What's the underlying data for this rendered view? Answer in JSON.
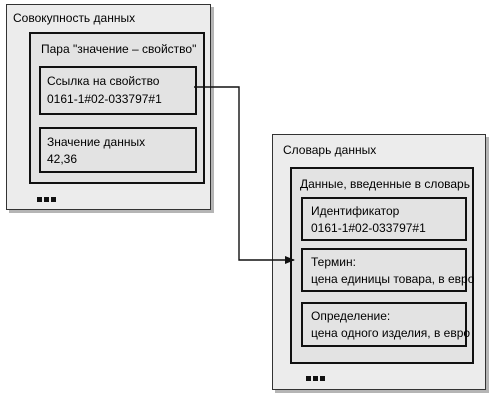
{
  "left_block": {
    "title": "Совокупность данных",
    "pair": {
      "title": "Пара \"значение – свойство\"",
      "ref_label": "Ссылка на свойство",
      "ref_value": "0161-1#02-033797#1",
      "value_label": "Значение данных",
      "value_value": "42,36"
    }
  },
  "right_block": {
    "title": "Словарь данных",
    "entry": {
      "title": "Данные, введенные в словарь",
      "id_label": "Идентификатор",
      "id_value": "0161-1#02-033797#1",
      "term_label": "Термин:",
      "term_value": "цена единицы товара, в евро",
      "def_label": "Определение:",
      "def_value": "цена одного изделия, в евро"
    }
  },
  "colors": {
    "panel": "#ececec",
    "box": "#e3e3e3",
    "border": "#111111"
  }
}
